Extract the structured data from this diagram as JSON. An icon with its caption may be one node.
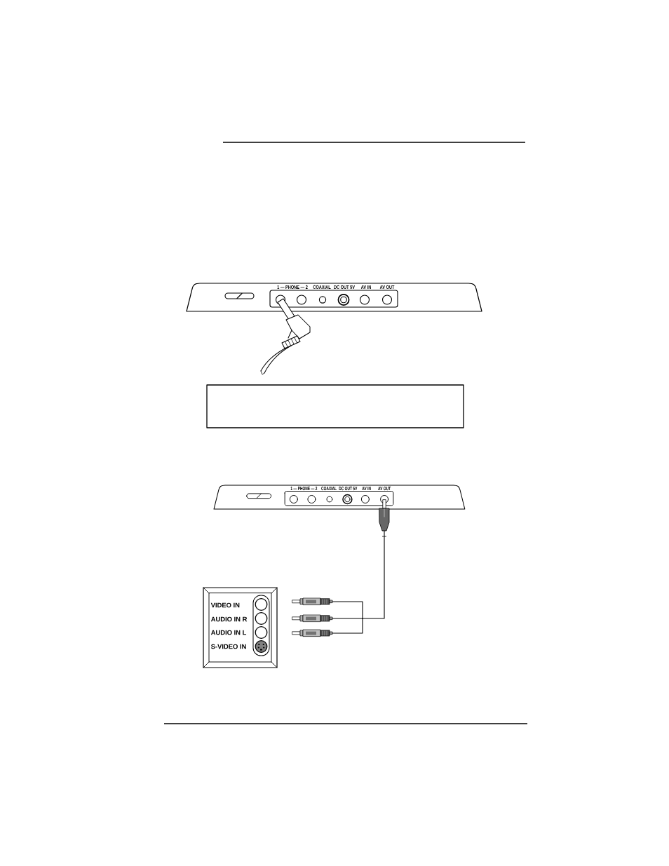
{
  "diagram": {
    "nodes": [
      {
        "text": [
          "1 — PHONE — 2",
          "COAXIAL",
          "DC OUT 5V",
          "AV IN",
          "AV OUT"
        ]
      },
      {
        "text": [],
        "shape": "box"
      },
      {
        "text": [
          "1 — PHONE — 2",
          "COAXIAL",
          "DC OUT 5V",
          "AV IN",
          "AV OUT"
        ]
      },
      {
        "text": [],
        "shape": "picture"
      },
      {
        "text": [
          "VIDEO IN",
          "AUDIO IN R",
          "AUDIO IN L",
          "S-VIDEO IN"
        ]
      },
      {
        "text": [],
        "shape": "picture"
      },
      {
        "text": [],
        "shape": "picture"
      },
      {
        "text": [],
        "shape": "picture"
      }
    ],
    "edges": [
      {
        "from": 3,
        "to": 5,
        "arrow": "none"
      },
      {
        "from": 3,
        "to": 6,
        "arrow": "none"
      },
      {
        "from": 3,
        "to": 7,
        "arrow": "none"
      }
    ]
  }
}
